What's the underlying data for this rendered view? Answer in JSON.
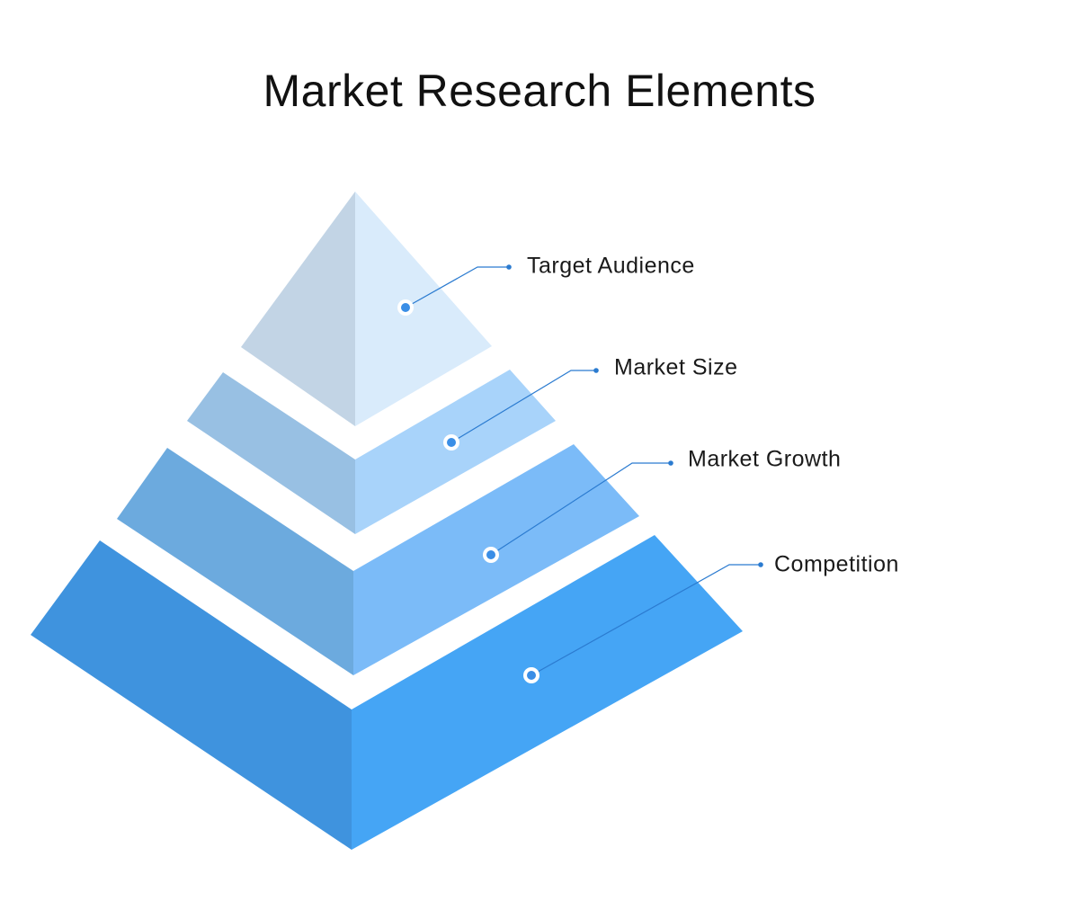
{
  "title": "Market Research Elements",
  "colors": {
    "line": "#2b7bd0",
    "marker_fill": "#3a8ee6"
  },
  "layers": [
    {
      "label": "Target Audience",
      "left_color": "#c2d4e5",
      "right_color": "#d9ebfb"
    },
    {
      "label": "Market Size",
      "left_color": "#98c0e3",
      "right_color": "#a8d3fa"
    },
    {
      "label": "Market Growth",
      "left_color": "#6caade",
      "right_color": "#7bbbf8"
    },
    {
      "label": "Competition",
      "left_color": "#3f93de",
      "right_color": "#45a5f5"
    }
  ]
}
